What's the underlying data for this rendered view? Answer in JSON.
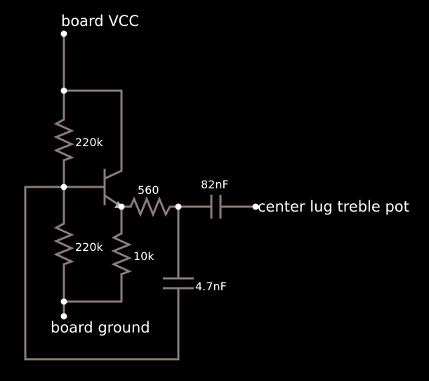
{
  "diagram": {
    "background": "#000000",
    "wire_color": "#8c7b78",
    "node_color": "#ffffff",
    "labels": {
      "vcc": "board VCC",
      "ground": "board ground",
      "output": "center lug treble pot",
      "r_top": "220k",
      "r_bottom": "220k",
      "r_emitter": "10k",
      "r_series": "560",
      "c_output": "82nF",
      "c_shunt": "4.7nF"
    }
  }
}
